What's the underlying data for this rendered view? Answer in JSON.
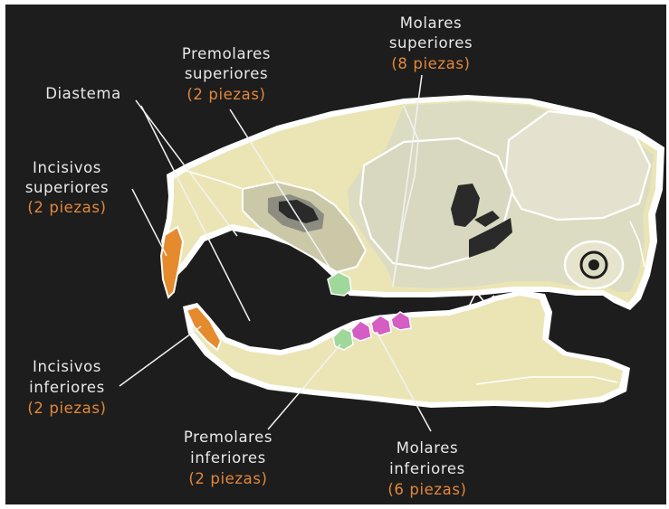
{
  "labels": {
    "molares_superiores": {
      "title": "Molares",
      "title2": "superiores",
      "count": "(8 piezas)"
    },
    "premolares_superiores": {
      "title": "Premolares",
      "title2": "superiores",
      "count": "(2 piezas)"
    },
    "diastema": {
      "title": "Diastema"
    },
    "incisivos_superiores": {
      "title": "Incisivos",
      "title2": "superiores",
      "count": "(2 piezas)"
    },
    "incisivos_inferiores": {
      "title": "Incisivos",
      "title2": "inferiores",
      "count": "(2 piezas)"
    },
    "premolares_inferiores": {
      "title": "Premolares",
      "title2": "inferiores",
      "count": "(2 piezas)"
    },
    "molares_inferiores": {
      "title": "Molares",
      "title2": "inferiores",
      "count": "(6 piezas)"
    }
  },
  "colors": {
    "background": "#1d1d1d",
    "bone": "#ebe5b6",
    "bone_shade": "#dcdcc2",
    "outline": "#ffffff",
    "label_text": "#e9e9e9",
    "count_text": "#e2883a",
    "incisor": "#e68a2e",
    "premolar": "#9fd89a",
    "molar": "#d45ec4"
  }
}
